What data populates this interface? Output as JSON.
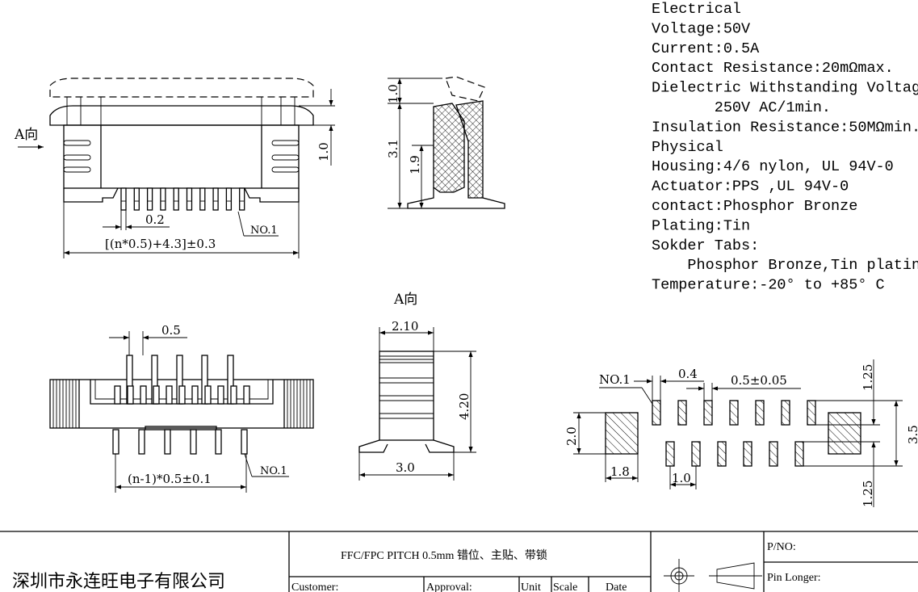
{
  "specs": {
    "lines": [
      "Electrical",
      "Voltage:50V",
      "Current:0.5A",
      "Contact Resistance:20mΩmax.",
      "Dielectric Withstanding Voltage:",
      "       250V AC/1min.",
      "Insulation Resistance:50MΩmin.",
      "Physical",
      "Housing:4/6 nylon, UL 94V-0",
      "Actuator:PPS ,UL 94V-0",
      "contact:Phosphor Bronze",
      "Plating:Tin",
      "Sokder Tabs:",
      "    Phosphor Bronze,Tin plating",
      "Temperature:-20° to +85° C"
    ]
  },
  "front_view": {
    "direction_label": "A向",
    "height_dim": "1.0",
    "pin_width_dim": "0.2",
    "pin1_label": "NO.1",
    "length_dim": "[(n*0.5)+4.3]±0.3"
  },
  "side_view": {
    "actuator_dim": "1.0",
    "height_dim": "3.1",
    "lower_dim": "1.9"
  },
  "bottom_view": {
    "pitch_dim": "0.5",
    "span_dim": "(n-1)*0.5±0.1",
    "pin1_label": "NO.1"
  },
  "end_view": {
    "title": "A向",
    "width_dim": "2.10",
    "height_dim": "4.20",
    "base_dim": "3.0"
  },
  "footprint": {
    "pin1_label": "NO.1",
    "pad_width_dim": "0.4",
    "pitch_dim": "0.5±0.05",
    "top_offset_dim": "1.25",
    "row_span_dim": "3.5",
    "bottom_offset_dim": "1.25",
    "tab_height_dim": "2.0",
    "tab_width_dim": "1.8",
    "row_pitch_dim": "1.0"
  },
  "title_block": {
    "company": "深圳市永连旺电子有限公司",
    "title": "FFC/FPC PITCH 0.5mm 错位、主贴、带锁",
    "customer_label": "Customer:",
    "approval_label": "Approval:",
    "unit_label": "Unit",
    "scale_label": "Scale",
    "date_label": "Date",
    "pno_label": "P/NO:",
    "pin_longer_label": "Pin Longer:"
  }
}
